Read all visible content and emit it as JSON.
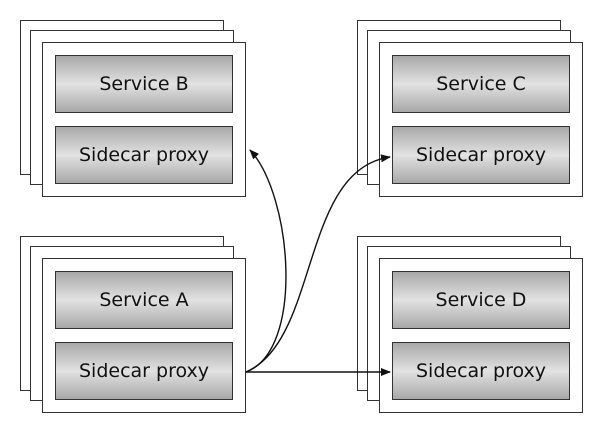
{
  "groups": [
    {
      "id": "b",
      "service_label": "Service B",
      "proxy_label": "Sidecar proxy"
    },
    {
      "id": "c",
      "service_label": "Service C",
      "proxy_label": "Sidecar proxy"
    },
    {
      "id": "a",
      "service_label": "Service A",
      "proxy_label": "Sidecar proxy"
    },
    {
      "id": "d",
      "service_label": "Service D",
      "proxy_label": "Sidecar proxy"
    }
  ],
  "connections": [
    {
      "from": "a-proxy",
      "to": "b-proxy"
    },
    {
      "from": "a-proxy",
      "to": "c-proxy"
    },
    {
      "from": "a-proxy",
      "to": "d-proxy"
    }
  ]
}
